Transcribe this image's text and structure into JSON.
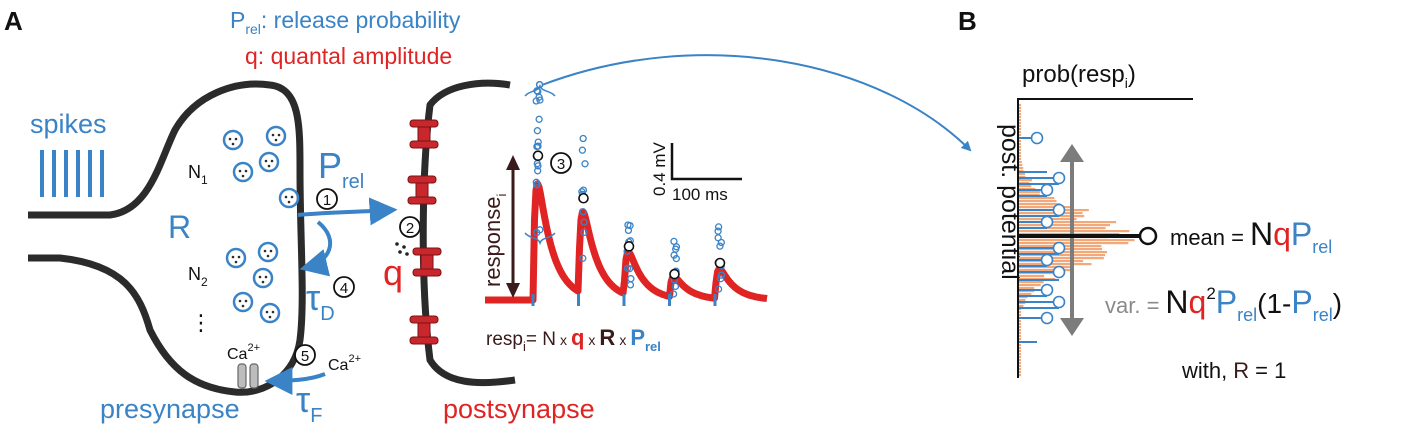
{
  "panel_labels": {
    "a": "A",
    "b": "B"
  },
  "legend": {
    "prel_main": "P",
    "prel_sub": "rel",
    "prel_rest": ": release probability",
    "q_line": "q: quantal amplitude"
  },
  "presynapse": {
    "spikes": "spikes",
    "r": "R",
    "n1_main": "N",
    "n1_sub": "1",
    "n2_main": "N",
    "n2_sub": "2",
    "dots": "⋮",
    "p_main": "P",
    "p_sub": "rel",
    "tau_d_main": "τ",
    "tau_d_sub": "D",
    "tau_f_main": "τ",
    "tau_f_sub": "F",
    "ca_main": "Ca",
    "ca_sup": "2+",
    "label": "presynapse"
  },
  "steps": {
    "s1": "1",
    "s2": "2",
    "s3": "3",
    "s4": "4",
    "s5": "5"
  },
  "postsynapse": {
    "q": "q",
    "response_main": "response",
    "response_sub": "i",
    "scale_v": "0.4 mV",
    "scale_t": "100 ms",
    "label": "postsynapse"
  },
  "equation": {
    "resp": "resp",
    "resp_sub": "i",
    "eq": "= N",
    "x1": "x",
    "q": "q",
    "x2": "x",
    "r": "R",
    "x3": "x",
    "p": "P",
    "p_sub": "rel"
  },
  "panel_b": {
    "top_main": "prob(resp",
    "top_sub": "i",
    "top_close": ")",
    "side": "post. potential",
    "mean_label": "mean =",
    "mean_n": "N",
    "mean_q": "q",
    "mean_p": "P",
    "mean_sub": "rel",
    "var_label": "var. =",
    "var_n": "N",
    "var_q": "q",
    "var_sup": "2",
    "var_p": "P",
    "var_sub": "rel",
    "var_open": "(1-",
    "var_p2": "P",
    "var_sub2": "rel",
    "var_close": ")",
    "with_label": "with,",
    "with_r": "R",
    "with_eq": "= 1"
  },
  "colors": {
    "blue": "#3a83c6",
    "red": "#e02424",
    "dark": "#111111",
    "maroon": "#3a1a1a",
    "hist": "#f2a879"
  },
  "chart_data": {
    "type": "line",
    "title": "",
    "xlabel": "",
    "ylabel": "",
    "note": "Averaged postsynaptic trace (red) with five stimulus-evoked responses; each response shows trial-to-trial scatter (blue circles) and its mean (black circle). Scale bar 0.4 mV, 100 ms.",
    "x": [
      0,
      1,
      2,
      3,
      4,
      5
    ],
    "values": [
      0,
      0.78,
      0.55,
      0.29,
      0.14,
      0.2
    ],
    "series": [
      {
        "values": [
          0,
          0.78,
          0.55,
          0.29,
          0.14,
          0.2
        ]
      }
    ]
  }
}
